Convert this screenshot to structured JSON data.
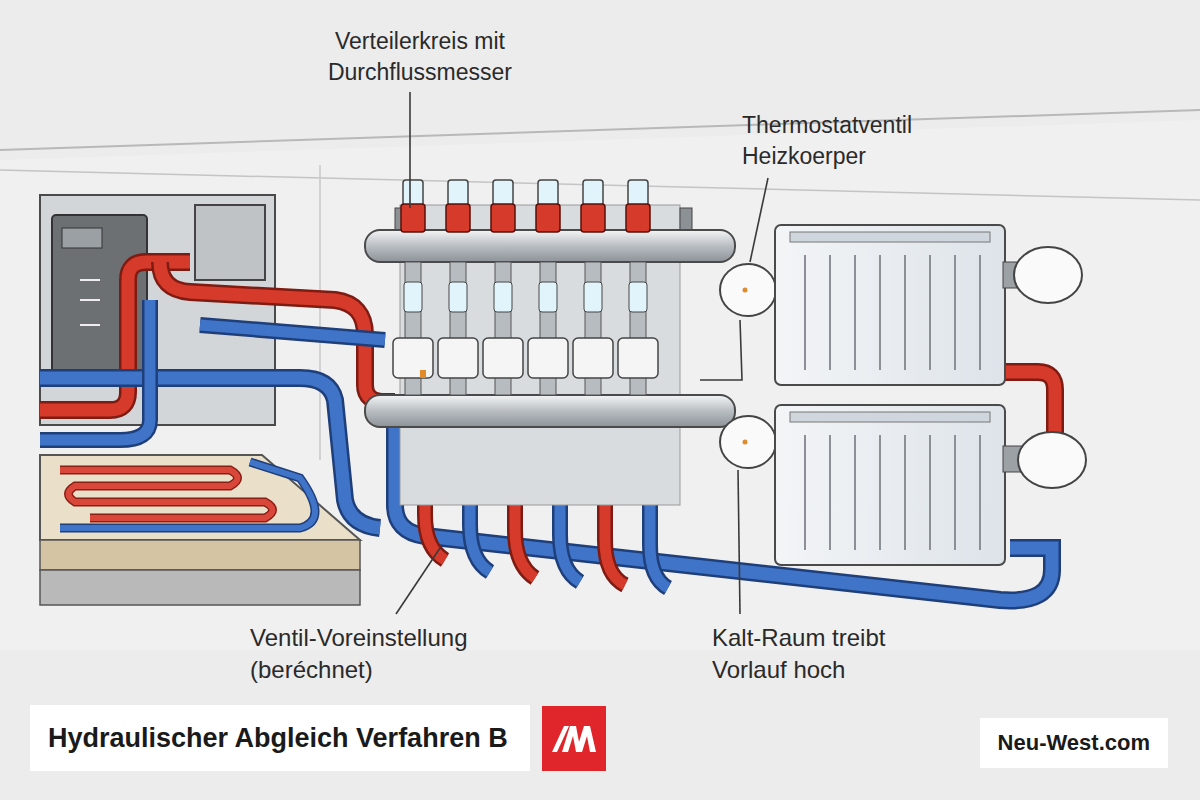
{
  "diagram": {
    "title": "Hydraulischer Abgleich Verfahren B",
    "labels": [
      "Verteilerkreis mit Durchflussmesser",
      "Thermostatventil Heizkoerper",
      "Ventil-Voreinstellung (beréchnet)",
      "Kalt-Raum treibt Vorlauf hoch",
      "Neu-West.com"
    ]
  }
}
